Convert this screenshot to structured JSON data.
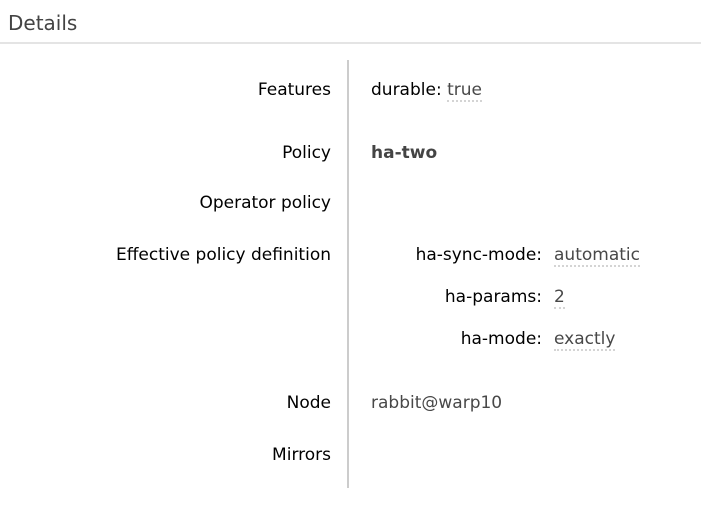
{
  "section": {
    "title": "Details"
  },
  "facts": {
    "labels": {
      "features": "Features",
      "policy": "Policy",
      "operator_policy": "Operator policy",
      "effective_policy_definition": "Effective policy definition",
      "node": "Node",
      "mirrors": "Mirrors"
    },
    "features": {
      "durable": {
        "key": "durable:",
        "value": "true"
      }
    },
    "policy": "ha-two",
    "operator_policy": "",
    "effective_policy_definition": [
      {
        "key": "ha-sync-mode:",
        "value": "automatic"
      },
      {
        "key": "ha-params:",
        "value": "2"
      },
      {
        "key": "ha-mode:",
        "value": "exactly"
      }
    ],
    "node": "rabbit@warp10",
    "mirrors": ""
  },
  "colors": {
    "label_text": "#000000",
    "value_text": "#484848",
    "policy_text": "#444444",
    "divider": "#cccccc",
    "section_rule": "#e4e4e4",
    "dotted_underline": "#d4d4d4"
  }
}
